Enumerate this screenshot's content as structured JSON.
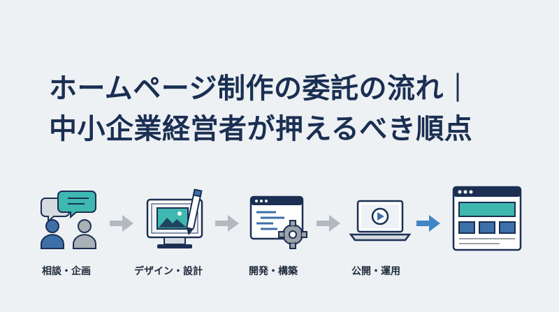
{
  "title": {
    "line1": "ホームページ制作の委託の流れ｜",
    "line2": "中小企業経営者が押えるべき順点"
  },
  "steps": [
    {
      "label": "相談・企画",
      "icon": "consultation-icon"
    },
    {
      "label": "デザイン・設計",
      "icon": "design-monitor-icon"
    },
    {
      "label": "開発・構築",
      "icon": "code-gear-icon"
    },
    {
      "label": "公開・運用",
      "icon": "laptop-play-icon"
    }
  ],
  "final_icon": "website-layout-icon",
  "colors": {
    "navy": "#1a2f52",
    "blue": "#3d6fa8",
    "teal": "#3fb8b0",
    "gray": "#9aa1a8",
    "arrow_gray": "#b3b9bf",
    "arrow_blue": "#3f86c2"
  }
}
